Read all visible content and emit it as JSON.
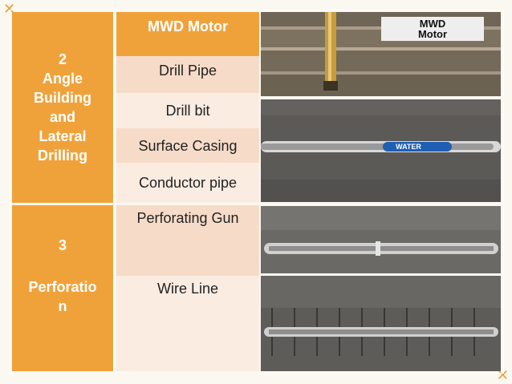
{
  "decorations": {
    "top_left": "✕",
    "bottom_right": "✕"
  },
  "rows": [
    {
      "stage_lines": [
        "2",
        "Angle",
        "Building",
        "and",
        "Lateral",
        "Drilling"
      ],
      "components": [
        "MWD Motor",
        "Drill Pipe",
        "Drill bit",
        "Surface Casing",
        "Conductor pipe"
      ]
    },
    {
      "stage_number": "3",
      "stage_name_lines": [
        "Perforatio",
        "n"
      ],
      "components": [
        "Perforating Gun",
        "Wire Line"
      ]
    }
  ],
  "images": {
    "mwd_sign_lines": [
      "MWD",
      "Motor"
    ],
    "water_label": "WATER"
  },
  "colors": {
    "orange": "#f0a23a",
    "peach": "#f6dcc8",
    "light_peach": "#fbece2",
    "water_blue": "#1f5fb3"
  }
}
